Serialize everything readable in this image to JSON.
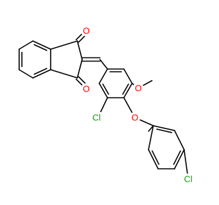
{
  "molecule": {
    "colors": {
      "bond": "#000000",
      "carbon": "#000000",
      "oxygen": "#ff0000",
      "chlorine": "#00aa00",
      "background": "#ffffff"
    },
    "atoms": {
      "carbonyl_o_top": "O",
      "carbonyl_o_bottom": "O",
      "methoxy_o": "O",
      "ether_o": "O",
      "ring_cl": "Cl",
      "para_cl": "Cl"
    }
  }
}
